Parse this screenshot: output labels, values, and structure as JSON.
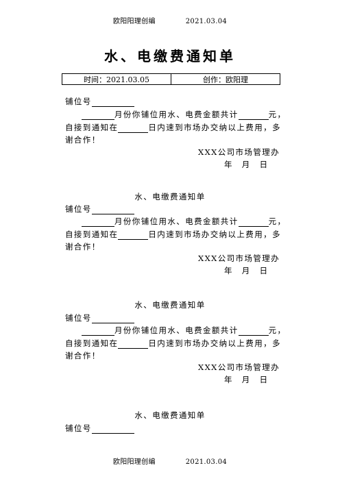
{
  "header": {
    "author": "欧阳阳理创编",
    "date": "2021.03.04"
  },
  "footer": {
    "author": "欧阳阳理创编",
    "date": "2021.03.04"
  },
  "title": "水、电缴费通知单",
  "meta": {
    "time": "时间：2021.03.05",
    "creator": "创作：欧阳理"
  },
  "subtitle": "水、电缴费通知单",
  "notice": {
    "shop_label": "铺位号",
    "line1_mid": "月份你铺位用水、电费金额共计",
    "line1_end": "元，",
    "line2_start": "自接到通知在",
    "line2_end": "日内速到市场办交纳以上费用，多",
    "line3": "谢合作！",
    "sign": "XXX公司市场管理办",
    "date_line": "年　月　日"
  }
}
